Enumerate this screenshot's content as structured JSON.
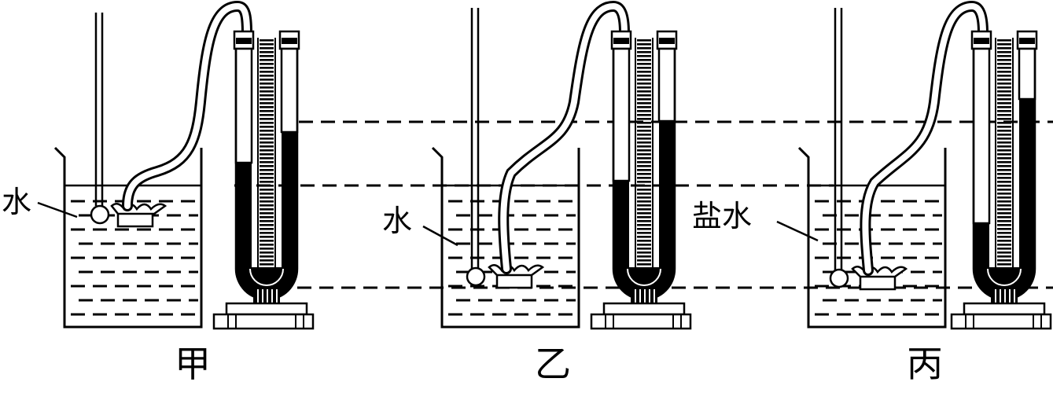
{
  "setups": [
    {
      "id": "jia",
      "caption": "甲",
      "liquid_label": "水"
    },
    {
      "id": "yi",
      "caption": "乙",
      "liquid_label": "水"
    },
    {
      "id": "bing",
      "caption": "丙",
      "liquid_label": "盐水"
    }
  ],
  "colors": {
    "ink": "#000000",
    "background": "#ffffff"
  }
}
